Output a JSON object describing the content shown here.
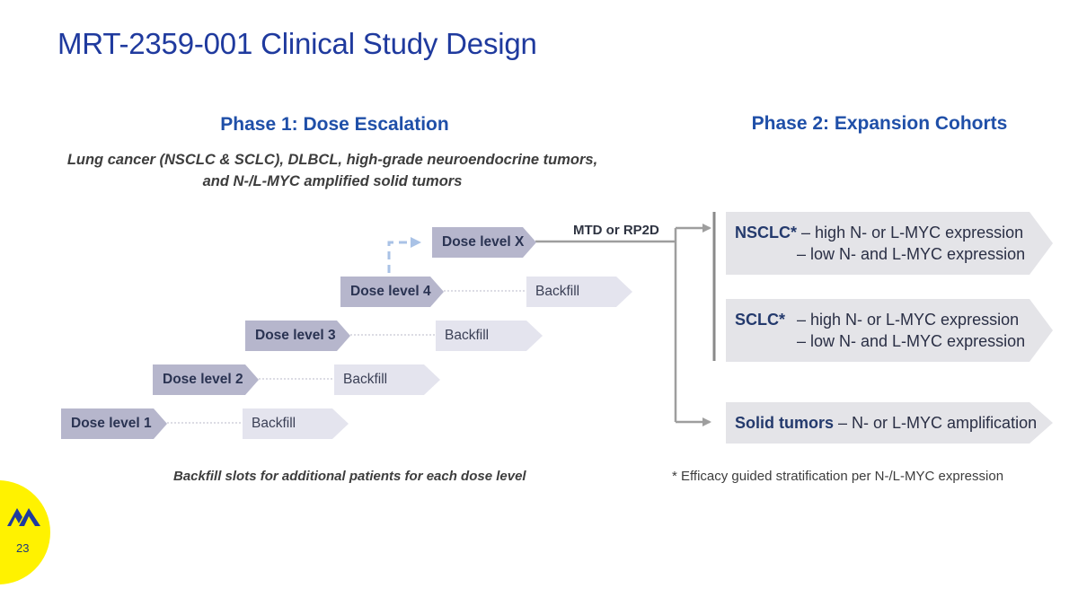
{
  "slide": {
    "title": "MRT-2359-001 Clinical Study Design",
    "page_number": "23"
  },
  "phase1": {
    "heading": "Phase 1: Dose Escalation",
    "subtitle_line1": "Lung cancer (NSCLC & SCLC), DLBCL, high-grade neuroendocrine tumors,",
    "subtitle_line2": "and N-/L-MYC amplified solid tumors",
    "dose_levels": [
      {
        "label": "Dose level 1",
        "backfill": "Backfill"
      },
      {
        "label": "Dose level 2",
        "backfill": "Backfill"
      },
      {
        "label": "Dose level 3",
        "backfill": "Backfill"
      },
      {
        "label": "Dose level 4",
        "backfill": "Backfill"
      }
    ],
    "dose_level_x": "Dose level X",
    "transition_label": "MTD or RP2D",
    "footnote": "Backfill slots for additional patients for each dose level"
  },
  "phase2": {
    "heading": "Phase 2: Expansion Cohorts",
    "cohorts": {
      "nsclc": {
        "name": "NSCLC*",
        "line1": "– high N- or L-MYC expression",
        "line2": "– low N- and L-MYC expression"
      },
      "sclc": {
        "name": "SCLC*",
        "line1": "– high N- or L-MYC expression",
        "line2": "– low N- and L-MYC expression"
      },
      "solid": {
        "name": "Solid tumors",
        "line1": "– N- or L-MYC amplification"
      }
    },
    "footnote": "* Efficacy guided stratification per N-/L-MYC expression"
  },
  "colors": {
    "title": "#1f3a9e",
    "dose_arrow": "#b6b6cc",
    "backfill_arrow": "#e4e4ee",
    "cohort_arrow": "#e4e4e8",
    "connector": "#9e9e9e",
    "escalation_dashed": "#a9c2e6",
    "logo_badge": "#fff200",
    "logo_mark": "#1f3a9e"
  }
}
